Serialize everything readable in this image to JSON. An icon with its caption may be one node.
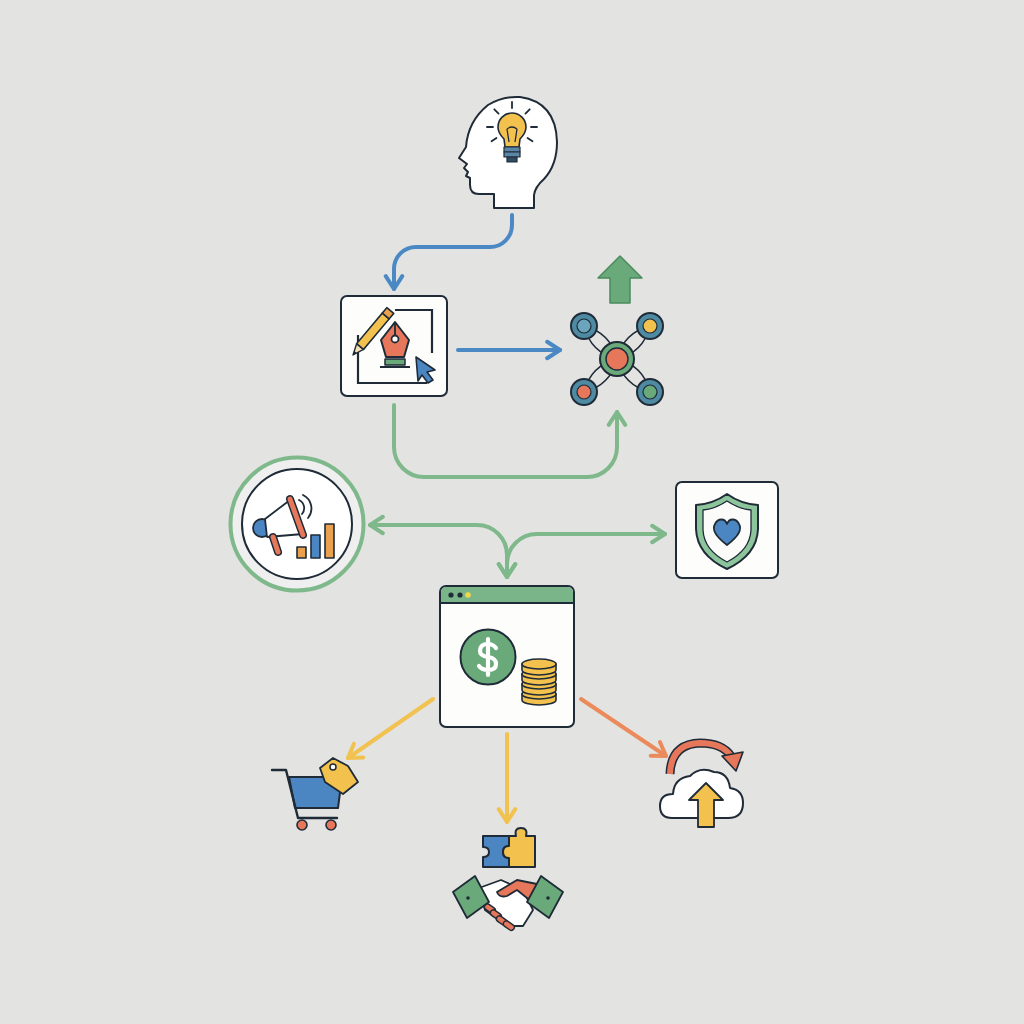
{
  "diagram": {
    "nodes": [
      {
        "text": [],
        "shape": "picture"
      },
      {
        "text": [],
        "shape": "box"
      },
      {
        "text": [],
        "shape": "picture"
      },
      {
        "text": [],
        "shape": "circle"
      },
      {
        "text": [],
        "shape": "box"
      },
      {
        "text": [],
        "shape": "box"
      },
      {
        "text": [],
        "shape": "picture"
      },
      {
        "text": [],
        "shape": "picture"
      },
      {
        "text": [],
        "shape": "picture"
      }
    ],
    "edges": [
      {
        "from": 0,
        "to": 1,
        "arrow": "to",
        "color": "#4a89c4"
      },
      {
        "from": 1,
        "to": 2,
        "arrow": "to",
        "color": "#4a89c4"
      },
      {
        "from": 1,
        "to": 2,
        "arrow": "to",
        "color": "#7fb98b"
      },
      {
        "from": 5,
        "to": 3,
        "arrow": "both",
        "color": "#7fb98b"
      },
      {
        "from": 5,
        "to": 4,
        "arrow": "both",
        "color": "#7fb98b"
      },
      {
        "from": 5,
        "to": 6,
        "arrow": "to",
        "color": "#f2c250"
      },
      {
        "from": 5,
        "to": 7,
        "arrow": "to",
        "color": "#f2c250"
      },
      {
        "from": 5,
        "to": 8,
        "arrow": "to",
        "color": "#eb8b5b"
      }
    ]
  }
}
